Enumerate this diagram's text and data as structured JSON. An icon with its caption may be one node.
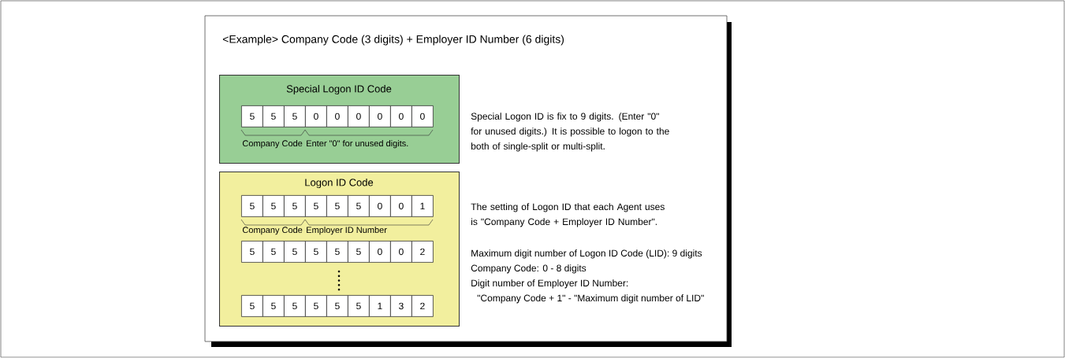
{
  "diagram": {
    "nodes": [
      {
        "text": [
          "<Example>  Company Code (3 digits) + Employer ID Number (6 digits)"
        ]
      },
      {
        "text": [
          "Special Logon ID Code",
          "Company Code",
          "Enter \"0\" for unused digits."
        ],
        "in": 0
      },
      {
        "text": [
          "5"
        ],
        "in": 1
      },
      {
        "text": [
          "5"
        ],
        "in": 1
      },
      {
        "text": [
          "5"
        ],
        "in": 1
      },
      {
        "text": [
          "0"
        ],
        "in": 1
      },
      {
        "text": [
          "0"
        ],
        "in": 1
      },
      {
        "text": [
          "0"
        ],
        "in": 1
      },
      {
        "text": [
          "0"
        ],
        "in": 1
      },
      {
        "text": [
          "0"
        ],
        "in": 1
      },
      {
        "text": [
          "0"
        ],
        "in": 1
      },
      {
        "text": [
          "Logon ID Code",
          "Company Code",
          "Employer ID Number"
        ],
        "in": 0
      },
      {
        "text": [
          "5"
        ],
        "in": 11
      },
      {
        "text": [
          "5"
        ],
        "in": 11
      },
      {
        "text": [
          "5"
        ],
        "in": 11
      },
      {
        "text": [
          "5"
        ],
        "in": 11
      },
      {
        "text": [
          "5"
        ],
        "in": 11
      },
      {
        "text": [
          "5"
        ],
        "in": 11
      },
      {
        "text": [
          "0"
        ],
        "in": 11
      },
      {
        "text": [
          "0"
        ],
        "in": 11
      },
      {
        "text": [
          "1"
        ],
        "in": 11
      },
      {
        "text": [
          "5"
        ],
        "in": 11
      },
      {
        "text": [
          "5"
        ],
        "in": 11
      },
      {
        "text": [
          "5"
        ],
        "in": 11
      },
      {
        "text": [
          "5"
        ],
        "in": 11
      },
      {
        "text": [
          "5"
        ],
        "in": 11
      },
      {
        "text": [
          "5"
        ],
        "in": 11
      },
      {
        "text": [
          "0"
        ],
        "in": 11
      },
      {
        "text": [
          "0"
        ],
        "in": 11
      },
      {
        "text": [
          "2"
        ],
        "in": 11
      },
      {
        "text": [
          "5"
        ],
        "in": 11
      },
      {
        "text": [
          "5"
        ],
        "in": 11
      },
      {
        "text": [
          "5"
        ],
        "in": 11
      },
      {
        "text": [
          "5"
        ],
        "in": 11
      },
      {
        "text": [
          "5"
        ],
        "in": 11
      },
      {
        "text": [
          "5"
        ],
        "in": 11
      },
      {
        "text": [
          "1"
        ],
        "in": 11
      },
      {
        "text": [
          "3"
        ],
        "in": 11
      },
      {
        "text": [
          "2"
        ],
        "in": 11
      }
    ],
    "labels": [
      "Special Logon ID is fix to 9 digits. (Enter \"0\" for unused digits.) It is possible to logon to the both of single-split or multi-split.",
      "The setting of Logon ID that each Agent uses is \"Company Code + Employer ID Number\".",
      "Maximum digit number of Logon ID Code (LID): 9 digits",
      "Company Code: 0 - 8 digits",
      "Digit number of Employer ID Number:",
      "\"Company Code + 1\" - \"Maximum digit number of LID\""
    ]
  }
}
